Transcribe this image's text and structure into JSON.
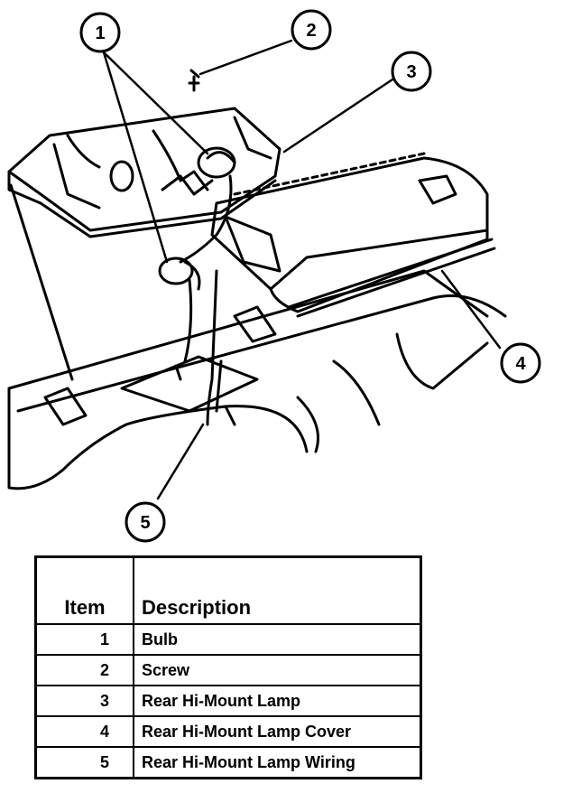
{
  "callouts": [
    {
      "num": "1"
    },
    {
      "num": "2"
    },
    {
      "num": "3"
    },
    {
      "num": "4"
    },
    {
      "num": "5"
    }
  ],
  "legend": {
    "header": {
      "item": "Item",
      "description": "Description"
    },
    "rows": [
      {
        "item": "1",
        "description": "Bulb"
      },
      {
        "item": "2",
        "description": "Screw"
      },
      {
        "item": "3",
        "description": "Rear Hi-Mount Lamp"
      },
      {
        "item": "4",
        "description": "Rear Hi-Mount Lamp Cover"
      },
      {
        "item": "5",
        "description": "Rear Hi-Mount Lamp Wiring"
      }
    ]
  }
}
